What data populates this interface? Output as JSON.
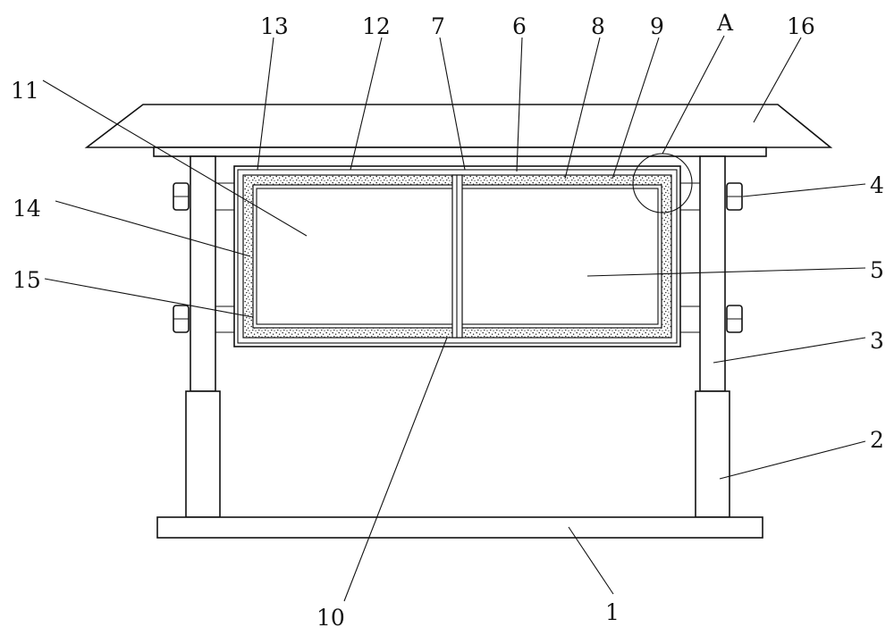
{
  "labels": {
    "l1": "1",
    "l2": "2",
    "l3": "3",
    "l4": "4",
    "l5": "5",
    "l6": "6",
    "l7": "7",
    "l8": "8",
    "l9": "9",
    "l10": "10",
    "l11": "11",
    "l12": "12",
    "l13": "13",
    "l14": "14",
    "l15": "15",
    "l16": "16",
    "lA": "A"
  },
  "colors": {
    "line": "#111111",
    "background": "#ffffff",
    "speckle": "#222222"
  }
}
